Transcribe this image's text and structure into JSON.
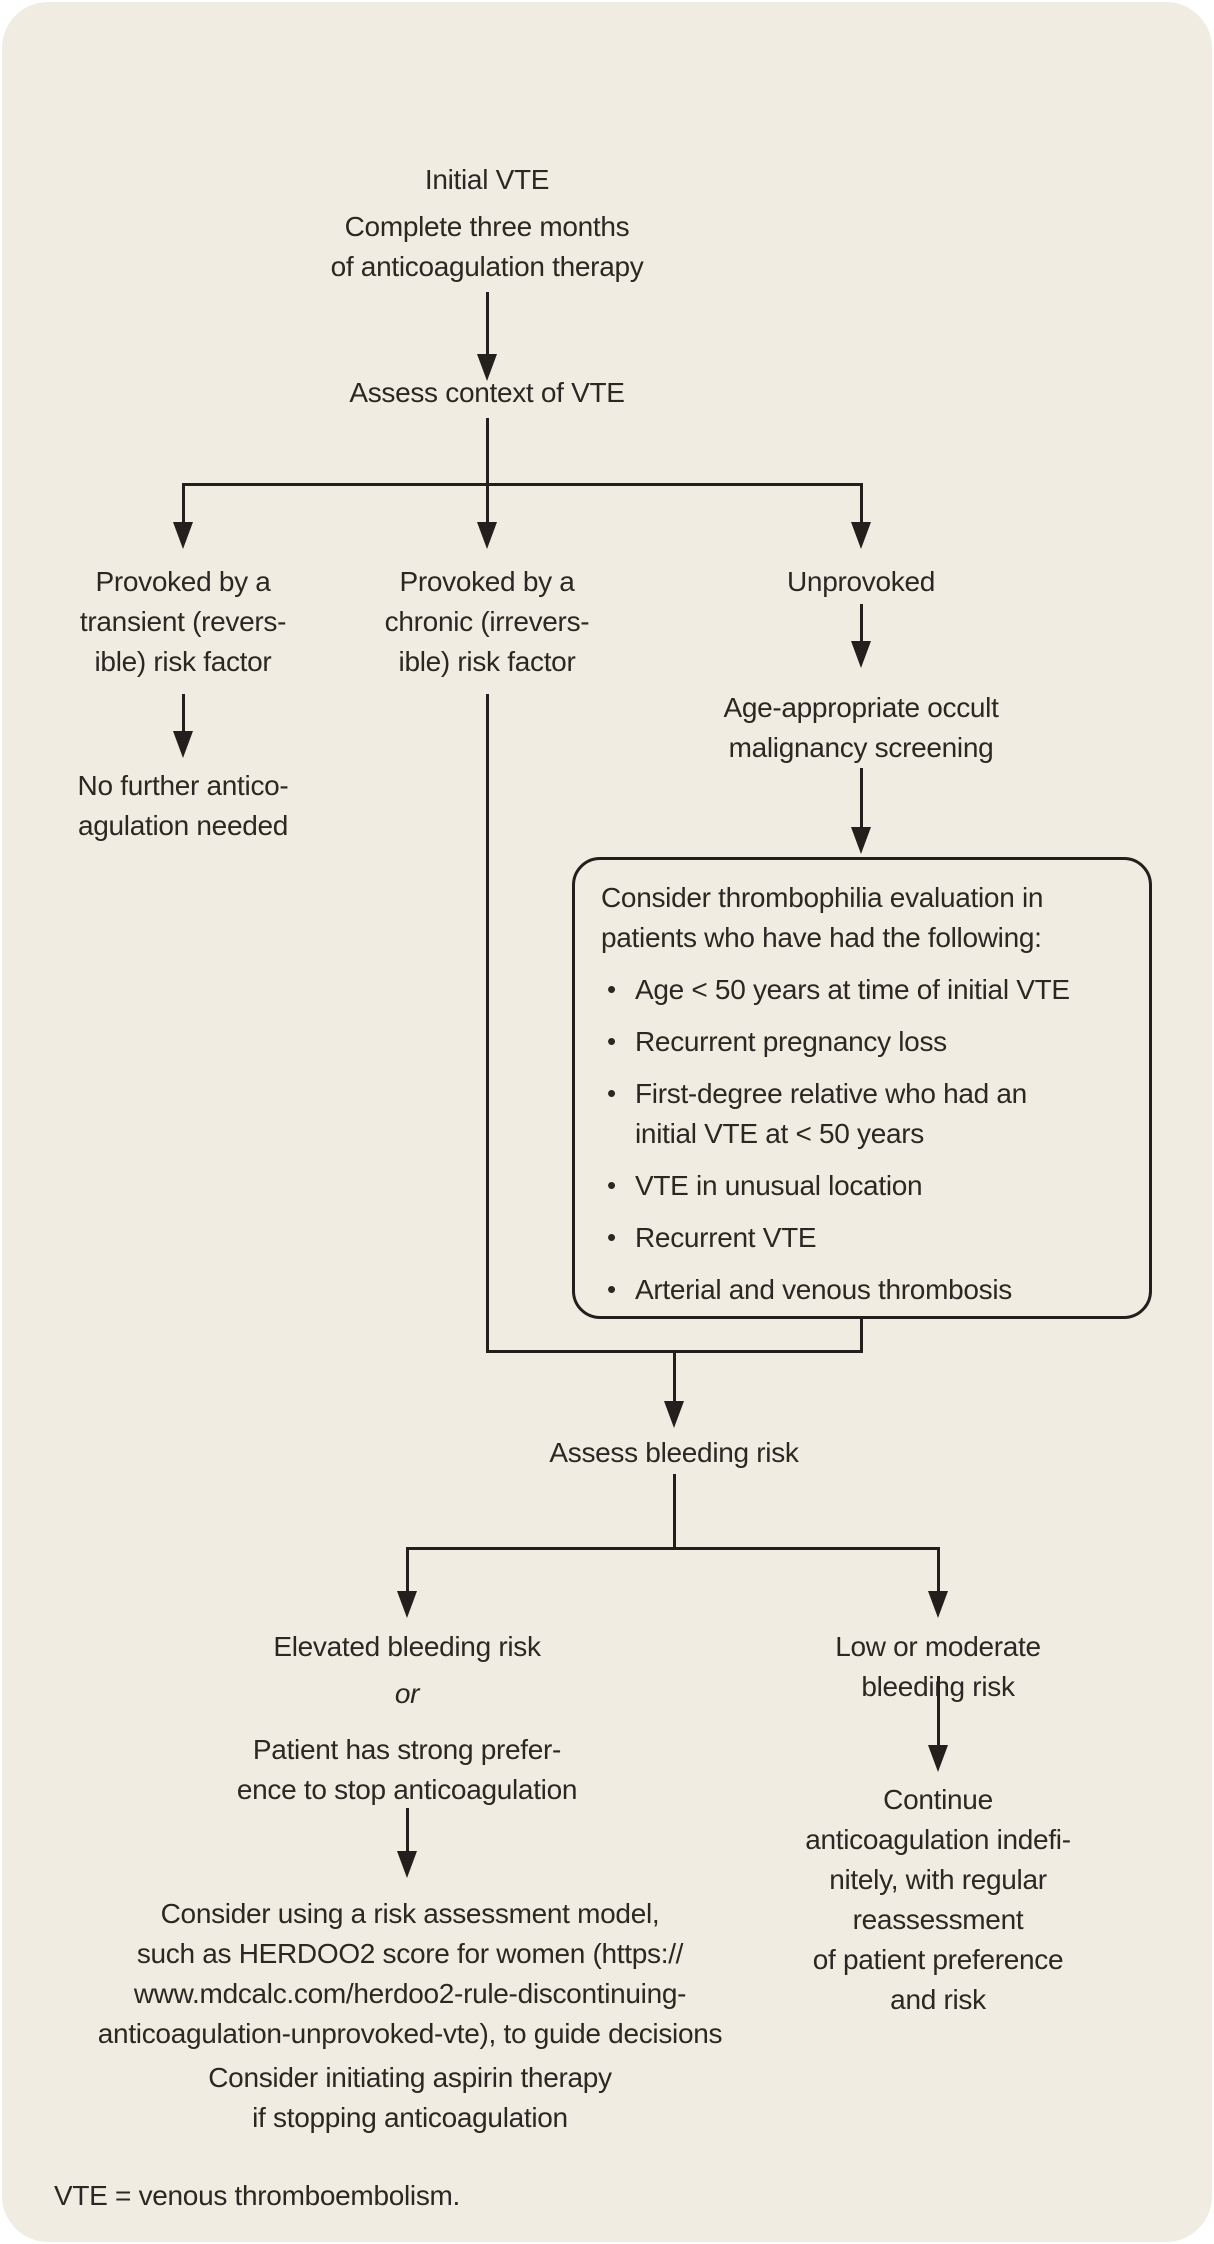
{
  "theme": {
    "background_outer": "#ffffff",
    "background_inner": "#f0ece1",
    "text_color": "#2b2823",
    "line_color": "#221f1c"
  },
  "icons": {
    "bullet_icon": "•",
    "arrowhead_icon": "▼"
  },
  "nodes": {
    "initial_vte": "Initial VTE",
    "complete_three_months": "Complete three months\nof anticoagulation therapy",
    "assess_context": "Assess context of VTE",
    "provoked_transient": "Provoked by a\ntransient (revers-\nible) risk factor",
    "no_further_anticoagulation": "No further antico-\nagulation needed",
    "provoked_chronic": "Provoked by a\nchronic (irrevers-\nible) risk factor",
    "unprovoked": "Unprovoked",
    "occult_malignancy_screening": "Age-appropriate occult\nmalignancy screening",
    "assess_bleeding_risk": "Assess bleeding risk",
    "elevated_bleeding_risk": "Elevated bleeding risk",
    "or_separator": "or",
    "patient_preference": "Patient has strong prefer-\nence to stop anticoagulation",
    "low_moderate_bleeding_risk": "Low or moderate bleeding risk",
    "continue_anticoagulation": "Continue anticoagulation indefi-\nnitely, with regular reassessment\nof patient preference and risk",
    "risk_assessment_model": "Consider using a risk assessment model,\nsuch as HERDOO2 score for women (https://\nwww.mdcalc.com/herdoo2-rule-discontinuing-\nanticoagulation-unprovoked-vte), to guide decisions",
    "aspirin_therapy": "Consider initiating aspirin therapy\nif stopping anticoagulation"
  },
  "thrombophilia_box": {
    "header": "Consider thrombophilia evaluation in\npatients who have had the following:",
    "bullets": [
      "Age < 50 years at time of initial VTE",
      "Recurrent pregnancy loss",
      "First-degree relative who had an\ninitial VTE at < 50 years",
      "VTE in unusual location",
      "Recurrent VTE",
      "Arterial and venous thrombosis"
    ]
  },
  "footnote": "VTE = venous thromboembolism."
}
